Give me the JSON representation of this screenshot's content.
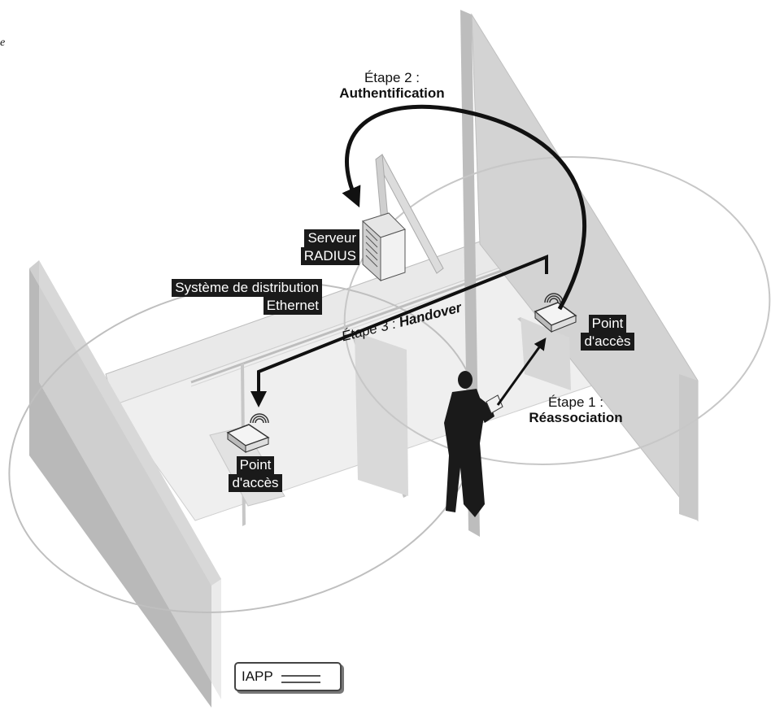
{
  "corner_mark": "e",
  "labels": {
    "step2_prefix": "Étape 2 :",
    "step2_name": "Authentification",
    "server_line1": "Serveur",
    "server_line2": "RADIUS",
    "ds_line1": "Système de distribution",
    "ds_line2": "Ethernet",
    "handover_prefix": "Étape 3 : ",
    "handover_name": "Handover",
    "ap_right_line1": "Point",
    "ap_right_line2": "d'accès",
    "ap_left_line1": "Point",
    "ap_left_line2": "d'accès",
    "step1_prefix": "Étape 1 :",
    "step1_name": "Réassociation"
  },
  "legend": {
    "label": "IAPP"
  }
}
